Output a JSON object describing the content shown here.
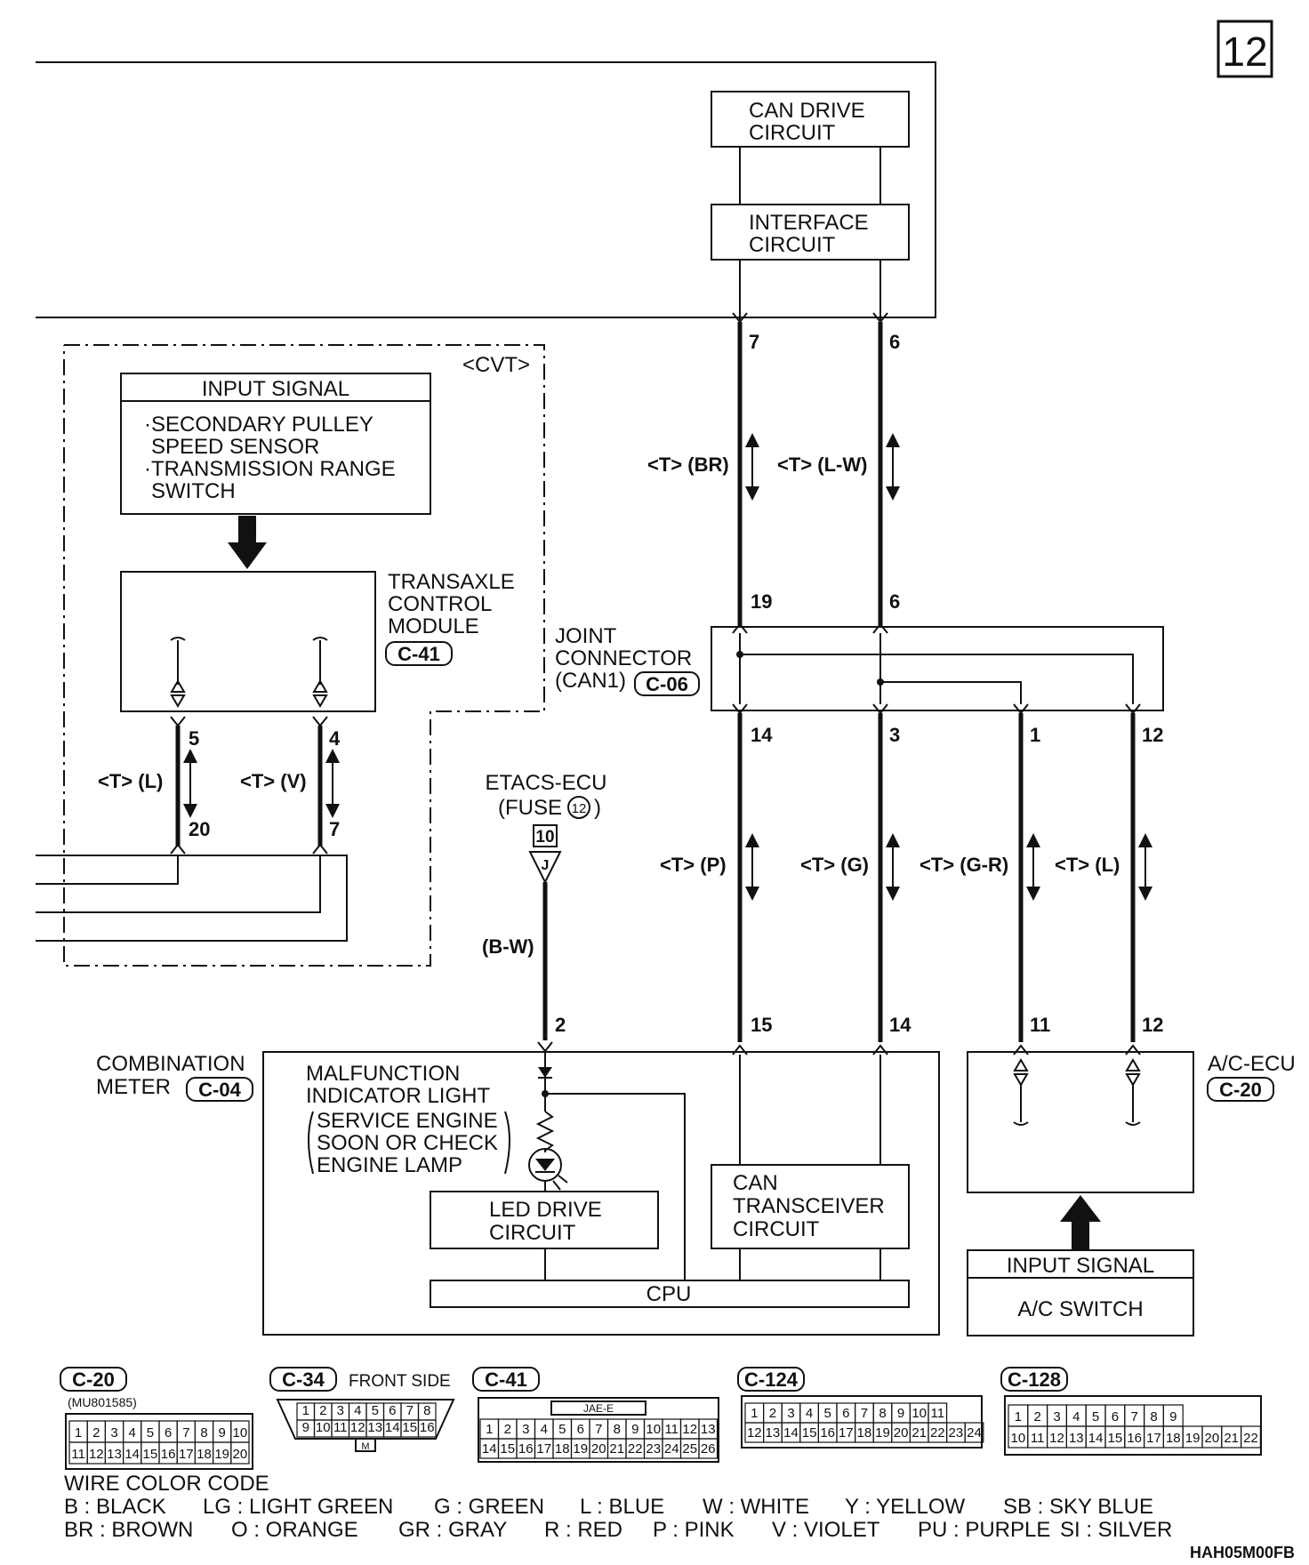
{
  "page_number": "12",
  "diagram_code": "HAH05M00FB",
  "can_drive": [
    "CAN DRIVE",
    "CIRCUIT"
  ],
  "interface": [
    "INTERFACE",
    "CIRCUIT"
  ],
  "cvt": {
    "tag": "<CVT>",
    "input_signal_title": "INPUT SIGNAL",
    "input_signal_lines": [
      "·SECONDARY PULLEY",
      "SPEED SENSOR",
      "·TRANSMISSION RANGE",
      "SWITCH"
    ],
    "tcm_lines": [
      "TRANSAXLE",
      "CONTROL",
      "MODULE"
    ],
    "tcm_connector": "C-41"
  },
  "joint": {
    "lines": [
      "JOINT",
      "CONNECTOR",
      "(CAN1)"
    ],
    "connector": "C-06"
  },
  "etacs": {
    "lines": [
      "ETACS-ECU",
      "(FUSE"
    ],
    "fuse_no": "12",
    "terminal": "10",
    "jlabel": "J"
  },
  "pins": {
    "top_br": "7",
    "top_lw": "6",
    "joint_19": "19",
    "joint_6": "6",
    "joint_14": "14",
    "joint_3": "3",
    "joint_1": "1",
    "joint_12": "12",
    "tcm_5": "5",
    "tcm_4": "4",
    "tcm_20": "20",
    "tcm_7": "7",
    "meter_2": "2",
    "meter_15": "15",
    "meter_14": "14",
    "ac_11": "11",
    "ac_12": "12"
  },
  "wires": {
    "br": "<T> (BR)",
    "lw": "<T> (L-W)",
    "l_tcm": "<T> (L)",
    "v": "<T> (V)",
    "p": "<T> (P)",
    "g": "<T> (G)",
    "gr": "<T> (G-R)",
    "l_ac": "<T> (L)",
    "bw": "(B-W)"
  },
  "meter": {
    "lines": [
      "COMBINATION",
      "METER"
    ],
    "connector": "C-04",
    "mil_lines": [
      "MALFUNCTION",
      "INDICATOR LIGHT"
    ],
    "mil_sub": [
      "SERVICE ENGINE",
      "SOON OR CHECK",
      "ENGINE LAMP"
    ],
    "led_drive": [
      "LED DRIVE",
      "CIRCUIT"
    ],
    "can_trans": [
      "CAN",
      "TRANSCEIVER",
      "CIRCUIT"
    ],
    "cpu": "CPU"
  },
  "ac": {
    "title": "A/C-ECU",
    "connector": "C-20",
    "input_title": "INPUT SIGNAL",
    "input_value": "A/C SWITCH"
  },
  "connectors": {
    "c20": {
      "label": "C-20",
      "part": "(MU801585)",
      "row1": [
        "1",
        "2",
        "3",
        "4",
        "5",
        "6",
        "7",
        "8",
        "9",
        "10"
      ],
      "row2": [
        "11",
        "12",
        "13",
        "14",
        "15",
        "16",
        "17",
        "18",
        "19",
        "20"
      ]
    },
    "c34": {
      "label": "C-34",
      "side": "FRONT SIDE",
      "row1": [
        "1",
        "2",
        "3",
        "4",
        "5",
        "6",
        "7",
        "8"
      ],
      "row2": [
        "9",
        "10",
        "11",
        "12",
        "13",
        "14",
        "15",
        "16"
      ],
      "mark": "M"
    },
    "c41": {
      "label": "C-41",
      "mark": "JAE-E",
      "row1": [
        "1",
        "2",
        "3",
        "4",
        "5",
        "6",
        "7",
        "8",
        "9",
        "10",
        "11",
        "12",
        "13"
      ],
      "row2": [
        "14",
        "15",
        "16",
        "17",
        "18",
        "19",
        "20",
        "21",
        "22",
        "23",
        "24",
        "25",
        "26"
      ]
    },
    "c124": {
      "label": "C-124",
      "row1": [
        "1",
        "2",
        "3",
        "4",
        "5",
        "6",
        "7",
        "8",
        "9",
        "10",
        "11"
      ],
      "row2": [
        "12",
        "13",
        "14",
        "15",
        "16",
        "17",
        "18",
        "19",
        "20",
        "21",
        "22",
        "23",
        "24"
      ]
    },
    "c128": {
      "label": "C-128",
      "row1": [
        "1",
        "2",
        "3",
        "4",
        "5",
        "6",
        "7",
        "8",
        "9"
      ],
      "row2": [
        "10",
        "11",
        "12",
        "13",
        "14",
        "15",
        "16",
        "17",
        "18",
        "19",
        "20",
        "21",
        "22"
      ]
    }
  },
  "color_code": {
    "title": "WIRE COLOR CODE",
    "row1": [
      "B : BLACK",
      "LG : LIGHT GREEN",
      "G : GREEN",
      "L : BLUE",
      "W : WHITE",
      "Y : YELLOW",
      "SB : SKY BLUE"
    ],
    "row2": [
      "BR : BROWN",
      "O : ORANGE",
      "GR : GRAY",
      "R : RED",
      "P : PINK",
      "V : VIOLET",
      "PU : PURPLE",
      "SI : SILVER"
    ]
  }
}
